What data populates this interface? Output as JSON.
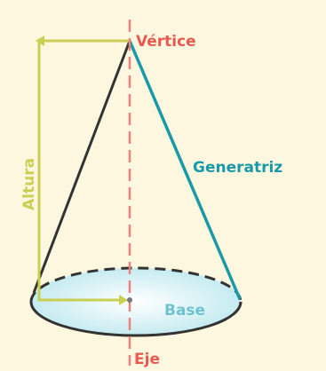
{
  "diagram": {
    "labels": {
      "vertex": "Vértice",
      "generatrix": "Generatriz",
      "height": "Altura",
      "base": "Base",
      "axis": "Eje"
    },
    "colors": {
      "background": "#fdf7df",
      "vertex_label": "#e85a4f",
      "axis_line": "#f08080",
      "generatrix": "#1a9aa8",
      "height_arrow": "#c8cf52",
      "base_fill": "#cfeef2",
      "base_label": "#6fc3cf",
      "outline": "#333333"
    }
  }
}
